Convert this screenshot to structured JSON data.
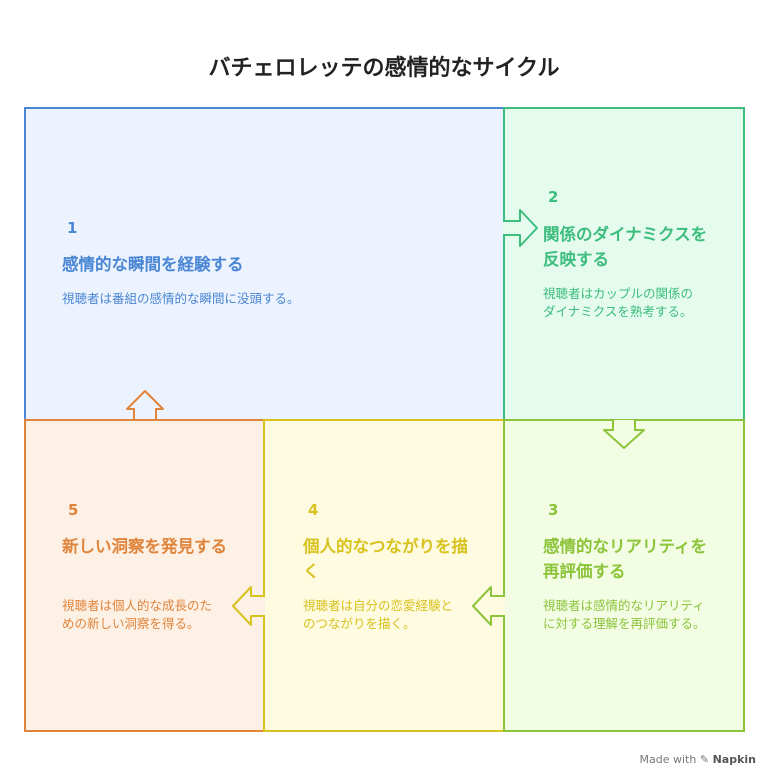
{
  "title": "バチェロレッテの感情的なサイクル",
  "steps": [
    {
      "num": "1",
      "heading": "感情的な瞬間を経験する",
      "desc": "視聴者は番組の感情的な瞬間に没頭する。"
    },
    {
      "num": "2",
      "heading": "関係のダイナミクスを反映する",
      "desc": "視聴者はカップルの関係のダイナミクスを熟考する。"
    },
    {
      "num": "3",
      "heading": "感情的なリアリティを再評価する",
      "desc": "視聴者は感情的なリアリティに対する理解を再評価する。"
    },
    {
      "num": "4",
      "heading": "個人的なつながりを描く",
      "desc": "視聴者は自分の恋愛経験とのつながりを描く。"
    },
    {
      "num": "5",
      "heading": "新しい洞察を発見する",
      "desc": "視聴者は個人的な成長のための新しい洞察を得る。"
    }
  ],
  "colors": {
    "step1": "#4a86d4",
    "step1_bg": "#ecf3fe",
    "step2": "#3dbd7d",
    "step2_bg": "#e4fbee",
    "step3": "#8cc43a",
    "step3_bg": "#f3fde4",
    "step4": "#d8c21e",
    "step4_bg": "#fefbe0",
    "step5": "#e0843c",
    "step5_bg": "#fdf0e4"
  },
  "footer": {
    "made_with": "Made with",
    "brand": "Napkin"
  }
}
